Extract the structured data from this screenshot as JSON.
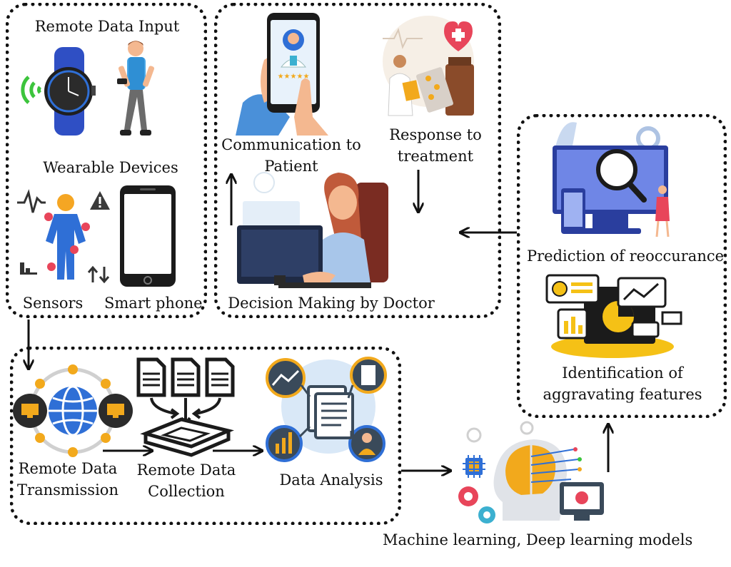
{
  "remote_input": {
    "title": "Remote Data Input",
    "wearable": "Wearable Devices",
    "sensors": "Sensors",
    "smartphone": "Smart phone"
  },
  "doctor_panel": {
    "communication": "Communication to Patient",
    "communication_l1": "Communication to",
    "communication_l2": "Patient",
    "response": "Response to treatment",
    "response_l1": "Response to",
    "response_l2": "treatment",
    "decision": "Decision Making by Doctor"
  },
  "prediction_panel": {
    "prediction": "Prediction of reoccurance",
    "aggravating_l1": "Identification of",
    "aggravating_l2": "aggravating features"
  },
  "pipeline": {
    "transmission_l1": "Remote Data",
    "transmission_l2": "Transmission",
    "collection_l1": "Remote Data",
    "collection_l2": "Collection",
    "analysis": "Data Analysis"
  },
  "ml": {
    "label": "Machine learning, Deep learning models"
  },
  "colors": {
    "blue": "#2f6fd6",
    "orange": "#f2a91c",
    "pink_red": "#e8455a",
    "skin": "#f4b890",
    "dark": "#1b1b1b",
    "teal": "#3b7fb6",
    "green": "#3cc43c"
  },
  "icons": [
    "wifi-icon",
    "smartwatch-icon",
    "person-walking-icon",
    "body-sensor-icon",
    "warning-icon",
    "smartphone-icon",
    "phone-doctor-icon",
    "medicine-icon",
    "doctor-desk-icon",
    "monitor-search-icon",
    "dashboard-icon",
    "globe-network-icon",
    "documents-box-icon",
    "data-analysis-icon",
    "ai-head-icon"
  ]
}
